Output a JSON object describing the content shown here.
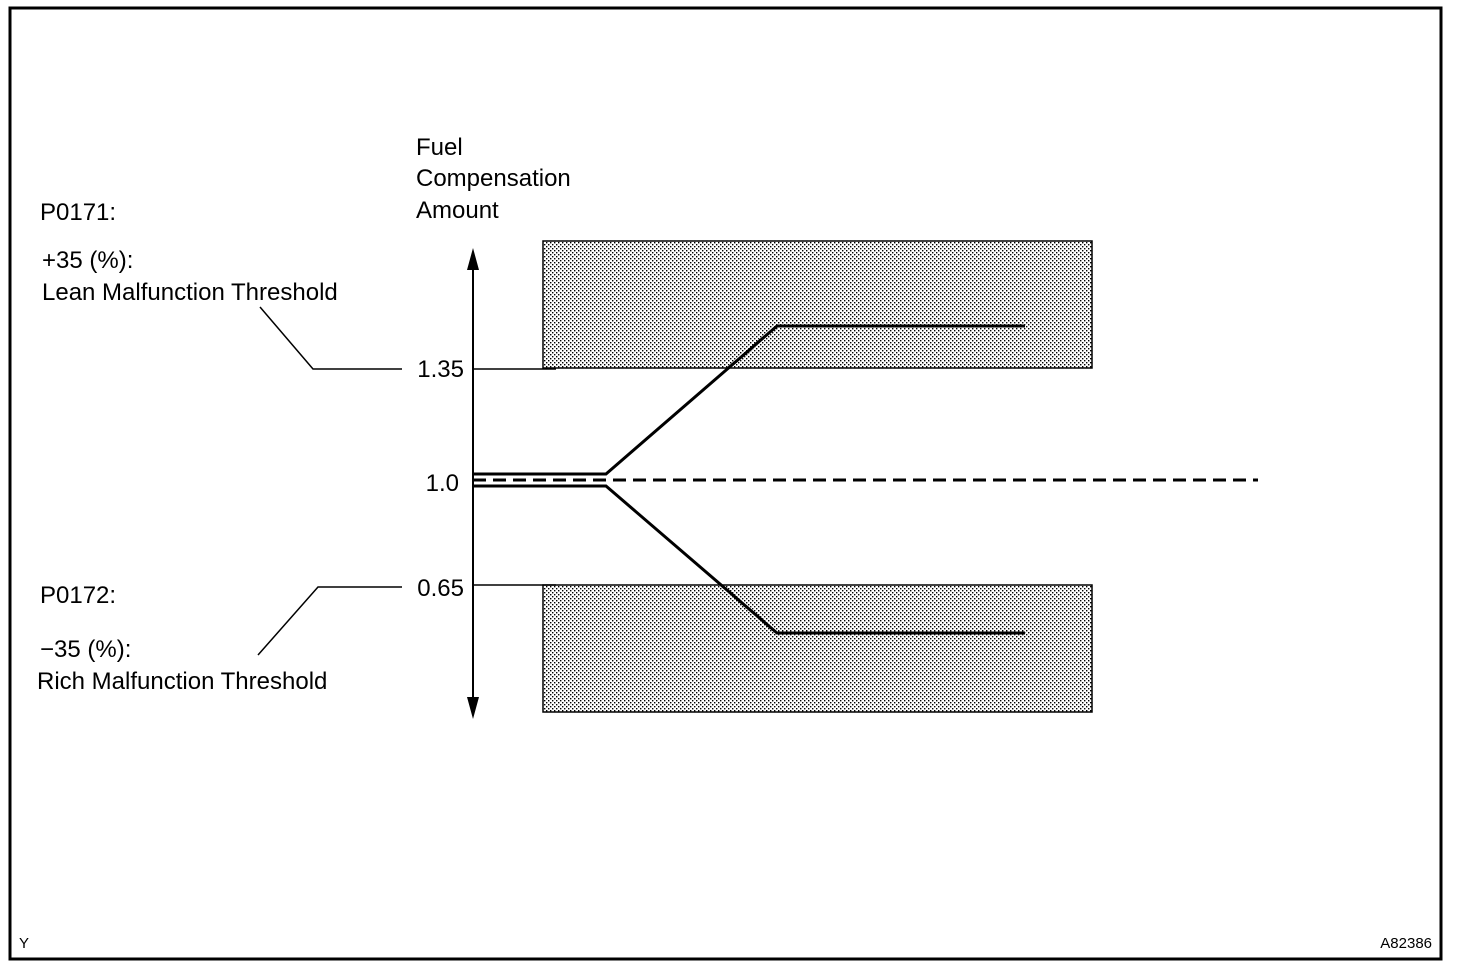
{
  "colors": {
    "ink": "#000000",
    "paper": "#ffffff",
    "zone_dot": "#000000"
  },
  "axis": {
    "label_lines": [
      "Fuel",
      "Compensation",
      "Amount"
    ]
  },
  "ticks": {
    "upper": "1.35",
    "mid": "1.0",
    "lower": "0.65"
  },
  "lean": {
    "code": "P0171:",
    "percent": "+35 (%):",
    "description": "Lean Malfunction Threshold"
  },
  "rich": {
    "code": "P0172:",
    "percent": "−35 (%):",
    "description": "Rich Malfunction Threshold"
  },
  "corners": {
    "left": "Y",
    "right": "A82386"
  },
  "chart_data": {
    "type": "line",
    "lean_threshold": 1.35,
    "nominal": 1.0,
    "rich_threshold": 0.65,
    "upper_trace_levels": [
      1.02,
      1.48
    ],
    "lower_trace_levels": [
      0.98,
      0.5
    ]
  }
}
